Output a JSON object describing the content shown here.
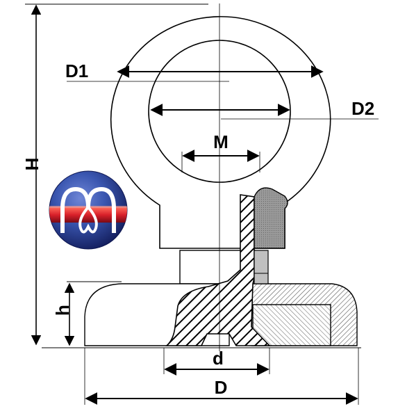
{
  "labels": {
    "H": "H",
    "h": "h",
    "D1": "D1",
    "D2": "D2",
    "M": "M",
    "d": "d",
    "D": "D"
  },
  "logo": {
    "icon": "m-loop-logo",
    "colors": {
      "dark": "#1c2a74",
      "mid": "#3a56b0",
      "red": "#d8202a",
      "white": "#ffffff"
    }
  },
  "colors": {
    "line": "#000000",
    "hatch_fill": "#c8c8c8",
    "grey_part": "#a8a8a8"
  }
}
